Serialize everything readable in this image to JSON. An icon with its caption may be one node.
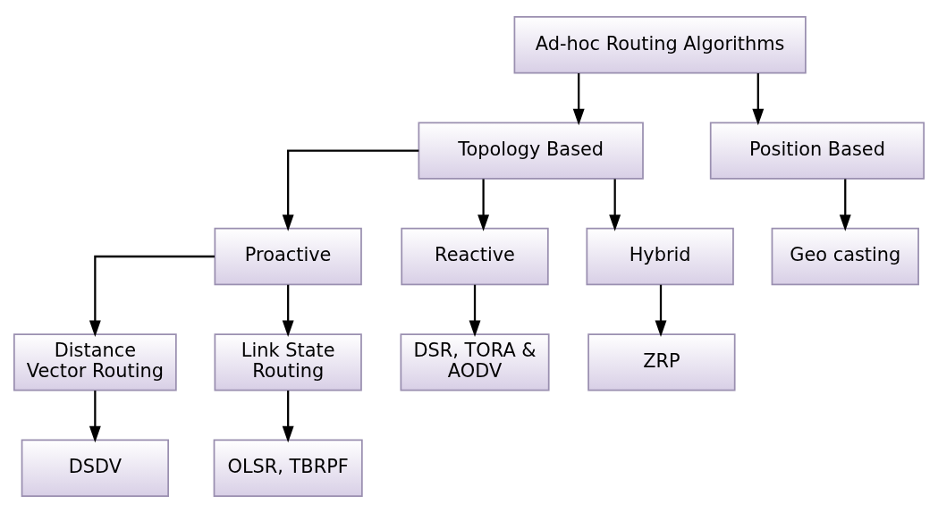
{
  "diagram": {
    "nodes": [
      {
        "text": [
          "Ad-hoc Routing Algorithms"
        ]
      },
      {
        "text": [
          "Topology Based"
        ]
      },
      {
        "text": [
          "Position Based"
        ]
      },
      {
        "text": [
          "Proactive"
        ]
      },
      {
        "text": [
          "Reactive"
        ]
      },
      {
        "text": [
          "Hybrid"
        ]
      },
      {
        "text": [
          "Geo casting"
        ]
      },
      {
        "text": [
          "Distance Vector Routing"
        ]
      },
      {
        "text": [
          "Link State Routing"
        ]
      },
      {
        "text": [
          "DSR, TORA & AODV"
        ]
      },
      {
        "text": [
          "ZRP"
        ]
      },
      {
        "text": [
          "DSDV"
        ]
      },
      {
        "text": [
          "OLSR, TBRPF"
        ]
      }
    ],
    "edges": [
      {
        "from": 0,
        "to": 1,
        "arrow": "to"
      },
      {
        "from": 0,
        "to": 2,
        "arrow": "to"
      },
      {
        "from": 1,
        "to": 3,
        "arrow": "to"
      },
      {
        "from": 1,
        "to": 4,
        "arrow": "to"
      },
      {
        "from": 1,
        "to": 5,
        "arrow": "to"
      },
      {
        "from": 2,
        "to": 6,
        "arrow": "to"
      },
      {
        "from": 3,
        "to": 7,
        "arrow": "to"
      },
      {
        "from": 3,
        "to": 8,
        "arrow": "to"
      },
      {
        "from": 4,
        "to": 9,
        "arrow": "to"
      },
      {
        "from": 5,
        "to": 10,
        "arrow": "to"
      },
      {
        "from": 7,
        "to": 11,
        "arrow": "to"
      },
      {
        "from": 8,
        "to": 12,
        "arrow": "to"
      }
    ]
  }
}
